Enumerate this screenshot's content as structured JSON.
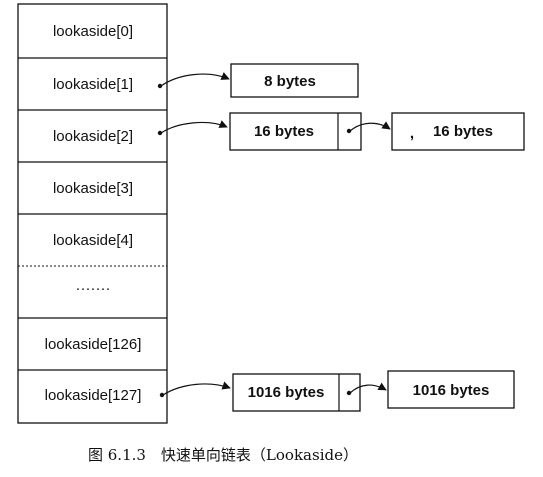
{
  "lookaside_table": {
    "cells": [
      "lookaside[0]",
      "lookaside[1]",
      "lookaside[2]",
      "lookaside[3]",
      "lookaside[4]",
      "·······",
      "lookaside[126]",
      "lookaside[127]"
    ]
  },
  "lists": {
    "lookaside_1": [
      "8 bytes"
    ],
    "lookaside_2": [
      "16 bytes",
      "16 bytes"
    ],
    "lookaside_127": [
      "1016 bytes",
      "1016 bytes"
    ]
  },
  "stray_mark": ",",
  "caption": "图 6.1.3　快速单向链表（Lookaside）"
}
